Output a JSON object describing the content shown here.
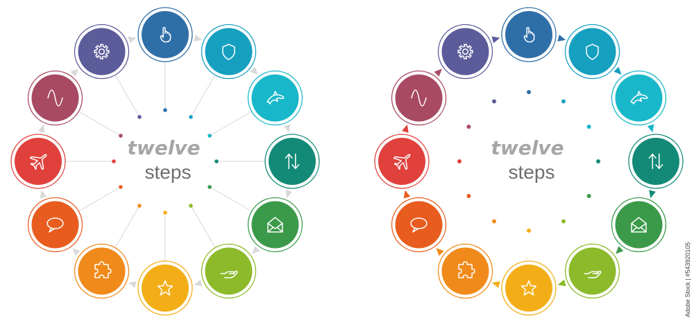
{
  "diagram": {
    "title_word1": "twelve",
    "title_word2": "steps",
    "steps": [
      {
        "icon": "pointer-hand-icon",
        "color": "#2f6fa8"
      },
      {
        "icon": "shield-icon",
        "color": "#16a0c0"
      },
      {
        "icon": "dolphin-icon",
        "color": "#18b7c9"
      },
      {
        "icon": "up-down-arrows-icon",
        "color": "#138a78"
      },
      {
        "icon": "envelope-open-icon",
        "color": "#3b9a4a"
      },
      {
        "icon": "hand-giving-icon",
        "color": "#8cba2a"
      },
      {
        "icon": "star-icon",
        "color": "#f3ae17"
      },
      {
        "icon": "puzzle-icon",
        "color": "#f08a1a"
      },
      {
        "icon": "speech-bubble-icon",
        "color": "#e85d1f"
      },
      {
        "icon": "airplane-icon",
        "color": "#e0413c"
      },
      {
        "icon": "sine-wave-icon",
        "color": "#a84a63"
      },
      {
        "icon": "gear-icon",
        "color": "#5d5c9a"
      }
    ]
  },
  "side_text": "Adobe Stock | #543920105"
}
